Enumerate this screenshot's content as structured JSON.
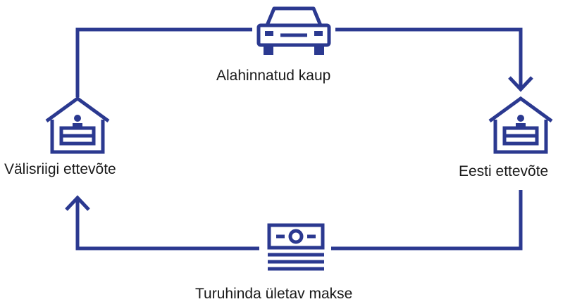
{
  "colors": {
    "line": "#2b3990",
    "text": "#1a1a1a",
    "background": "#ffffff"
  },
  "nodes": {
    "top": {
      "label": "Alahinnatud kaup",
      "icon": "car-icon"
    },
    "left": {
      "label": "Välisriigi ettevõte",
      "icon": "company-building-icon"
    },
    "right": {
      "label": "Eesti ettevõte",
      "icon": "company-building-icon"
    },
    "bottom": {
      "label": "Turuhinda ületav makse",
      "icon": "money-stack-icon"
    }
  }
}
